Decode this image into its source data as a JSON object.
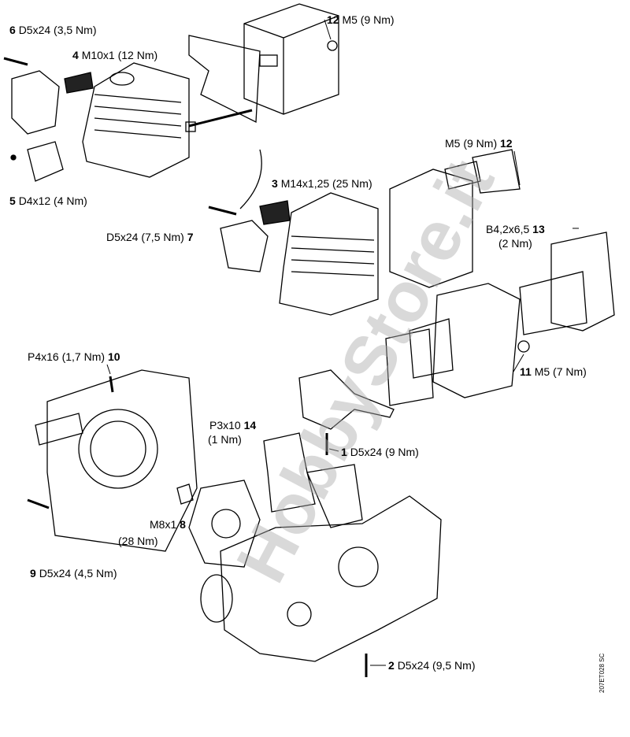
{
  "labels": {
    "p6": {
      "num": "6",
      "text": "D5x24 (3,5 Nm)"
    },
    "p4": {
      "num": "4",
      "text": "M10x1 (12 Nm)"
    },
    "p5": {
      "num": "5",
      "text": "D4x12 (4 Nm)"
    },
    "p12a": {
      "num": "12",
      "text": "M5 (9 Nm)"
    },
    "p12b": {
      "num": "12",
      "text": "M5 (9 Nm)"
    },
    "p3": {
      "num": "3",
      "text": "M14x1,25 (25 Nm)"
    },
    "p7": {
      "num": "7",
      "text": "D5x24 (7,5 Nm)"
    },
    "p13": {
      "num": "13",
      "text": "B4,2x6,5",
      "text2": "(2 Nm)"
    },
    "p11": {
      "num": "11",
      "text": "M5 (7 Nm)"
    },
    "p10": {
      "num": "10",
      "text": "P4x16 (1,7 Nm)"
    },
    "p14": {
      "num": "14",
      "text": "P3x10",
      "text2": "(1 Nm)"
    },
    "p1": {
      "num": "1",
      "text": "D5x24 (9 Nm)"
    },
    "p8": {
      "num": "8",
      "text": "M8x1",
      "text2": "(28 Nm)"
    },
    "p9": {
      "num": "9",
      "text": "D5x24 (4,5 Nm)"
    },
    "p2": {
      "num": "2",
      "text": "D5x24 (9,5 Nm)"
    }
  },
  "watermark": "HobbyStore.it",
  "drawing_code": "207ET028 SC"
}
